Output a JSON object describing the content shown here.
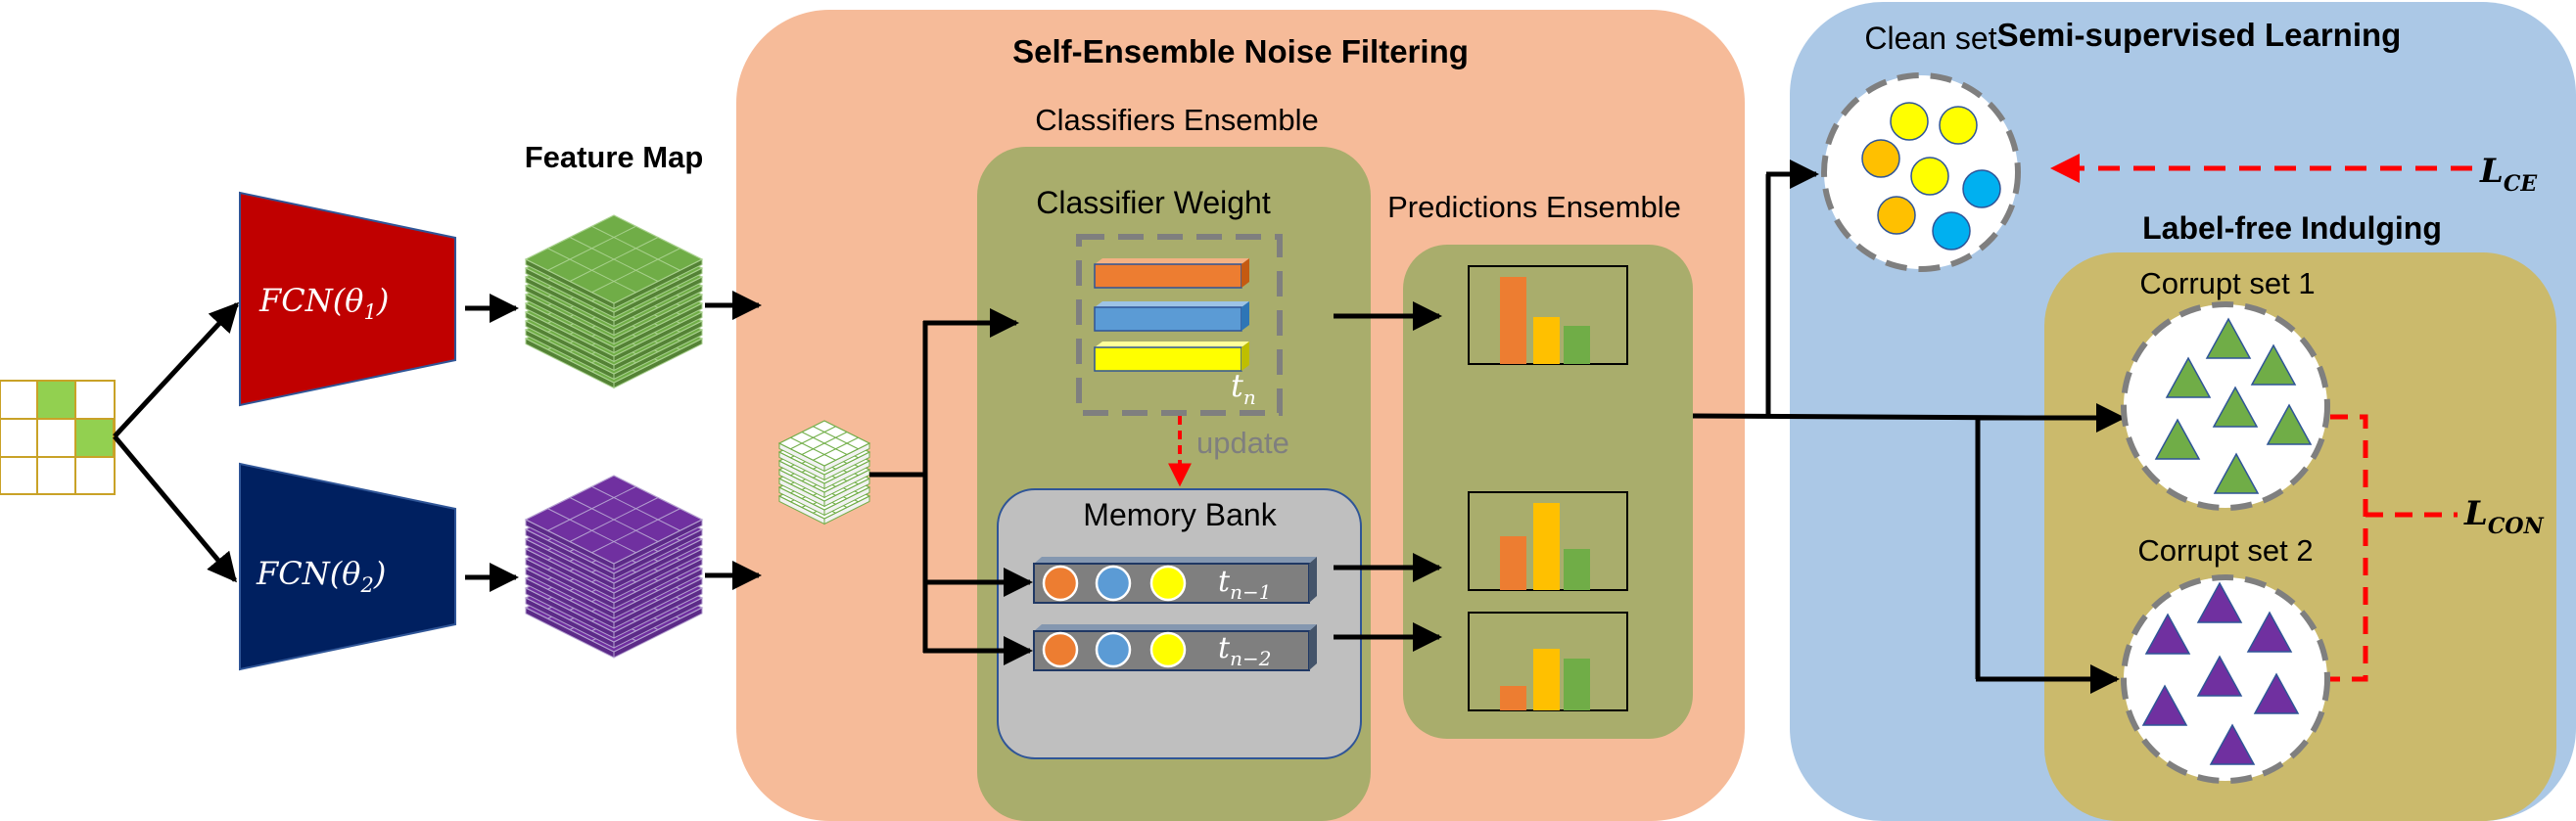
{
  "titles": {
    "self_ensemble": "Self-Ensemble Noise Filtering",
    "classifiers_ensemble": "Classifiers Ensemble",
    "classifier_weight": "Classifier Weight",
    "predictions_ensemble": "Predictions Ensemble",
    "memory_bank": "Memory Bank",
    "feature_map": "Feature Map",
    "clean_set": "Clean set",
    "semi_supervised": "Semi-supervised Learning",
    "label_free": "Label-free Indulging",
    "corrupt_set_1": "Corrupt set 1",
    "corrupt_set_2": "Corrupt set 2",
    "update": "update"
  },
  "networks": {
    "fcn1": {
      "prefix": "FCN(θ",
      "sub": "1",
      "suffix": ")"
    },
    "fcn2": {
      "prefix": "FCN(θ",
      "sub": "2",
      "suffix": ")"
    }
  },
  "time_labels": {
    "tn": {
      "base": "t",
      "sub": "n"
    },
    "tn1": {
      "base": "t",
      "sub": "n−1"
    },
    "tn2": {
      "base": "t",
      "sub": "n−2"
    }
  },
  "losses": {
    "ce": {
      "base": "L",
      "sub": "CE"
    },
    "con": {
      "base": "L",
      "sub": "CON"
    }
  },
  "prediction_bars": [
    [
      0.89,
      0.48,
      0.39
    ],
    [
      0.55,
      0.89,
      0.42
    ],
    [
      0.25,
      0.63,
      0.53
    ]
  ],
  "colors": {
    "salmon_panel": "#f6bb99",
    "olive_panel": "#a9ad6c",
    "blue_panel": "#abc8e6",
    "khaki_panel": "#cbba6c",
    "memory_gray": "#bfbfbf",
    "fcn1_red": "#c00000",
    "fcn2_navy": "#002060",
    "feature_green": "#70ad47",
    "feature_purple": "#7030a0",
    "bar_orange": "#ed7d31",
    "bar_gold": "#ffc000",
    "bar_green": "#70ad47",
    "dot_yellow": "#ffff00",
    "dot_orange": "#f4b183",
    "dot_blue": "#00b0f0",
    "loss_dash_red": "#ff0000"
  }
}
